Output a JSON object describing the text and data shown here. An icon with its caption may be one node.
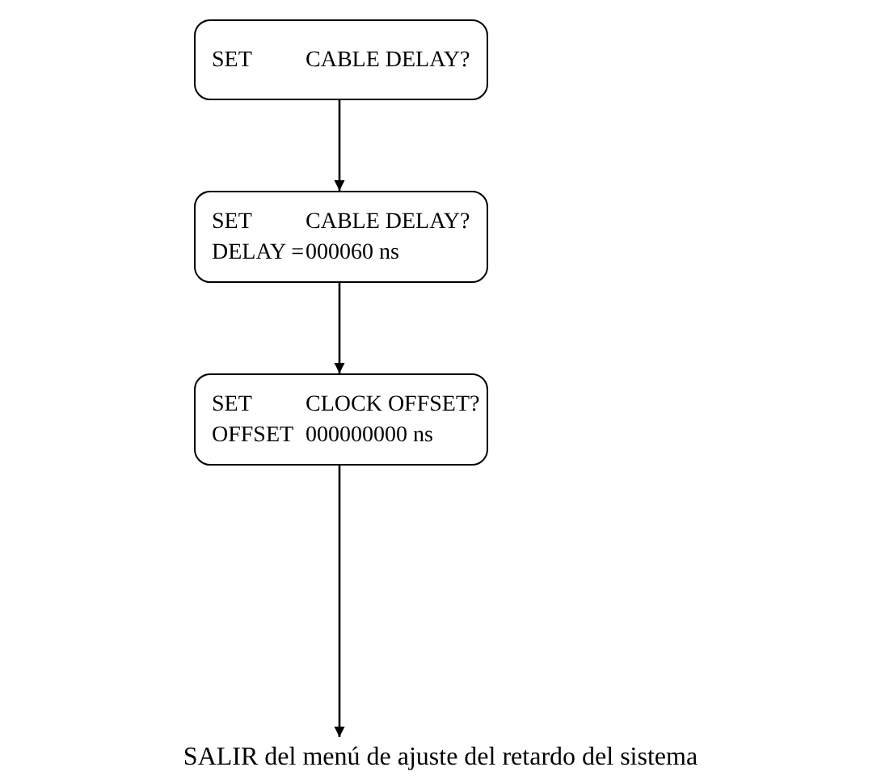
{
  "diagram": {
    "nodes": [
      {
        "text": [
          "SET",
          "CABLE DELAY?"
        ]
      },
      {
        "text": [
          "SET",
          "CABLE DELAY?",
          "DELAY =",
          "000060 ns"
        ]
      },
      {
        "text": [
          "SET",
          "CLOCK OFFSET?",
          "OFFSET",
          "000000000 ns"
        ]
      },
      {
        "text": [
          "SALIR del menú de ajuste del retardo del sistema"
        ]
      }
    ],
    "edges": [
      {
        "from": 0,
        "to": 1,
        "arrow": "to"
      },
      {
        "from": 1,
        "to": 2,
        "arrow": "to"
      },
      {
        "from": 2,
        "to": 3,
        "arrow": "to"
      }
    ]
  }
}
